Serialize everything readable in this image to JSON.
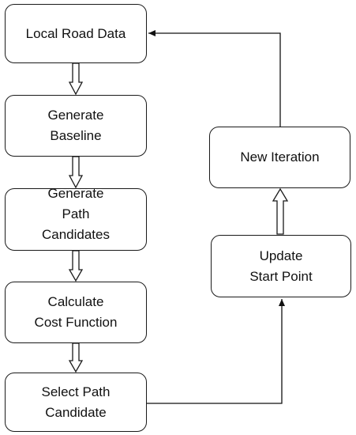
{
  "nodes": {
    "local_road_data": "Local Road Data",
    "generate_baseline": "Generate\nBaseline",
    "generate_path_candidates": "Generate\nPath\nCandidates",
    "calculate_cost_function": "Calculate\nCost Function",
    "select_path_candidate": "Select Path\nCandidate",
    "new_iteration": "New Iteration",
    "update_start_point": "Update\nStart Point"
  },
  "colors": {
    "stroke": "#1a1a1a",
    "fill": "#ffffff",
    "text": "#111111"
  }
}
